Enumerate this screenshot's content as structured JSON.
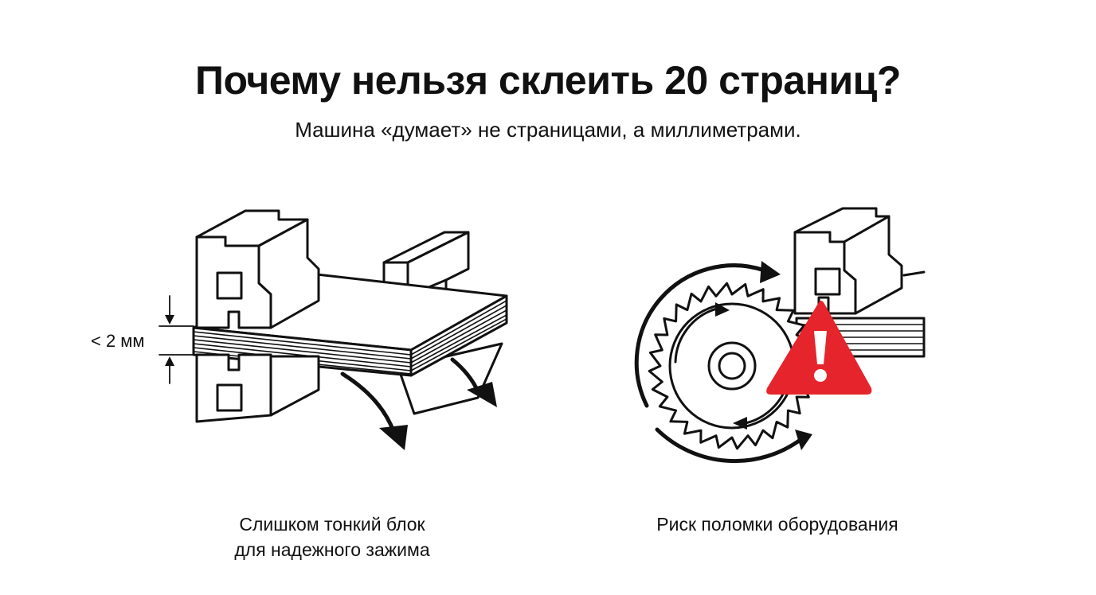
{
  "header": {
    "title": "Почему нельзя склеить 20 страниц?",
    "subtitle": "Машина «думает» не страницами, а миллиметрами."
  },
  "left_panel": {
    "dimension_label": "< 2 мм",
    "caption_line1": "Слишком тонкий блок",
    "caption_line2": "для надежного зажима"
  },
  "right_panel": {
    "caption": "Риск поломки оборудования"
  },
  "colors": {
    "warning_red": "#e5242b",
    "ink": "#111111",
    "background": "#ffffff"
  },
  "icons": [
    "clamp-icon",
    "paper-stack-icon",
    "arrow-icon",
    "saw-blade-icon",
    "warning-icon"
  ]
}
